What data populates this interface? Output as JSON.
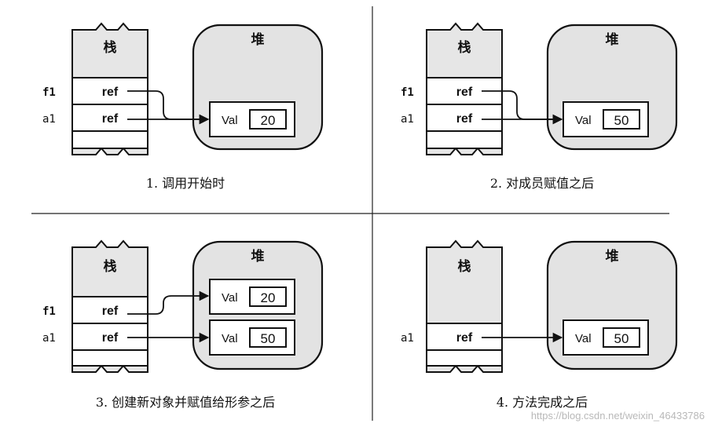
{
  "labels": {
    "stack": "栈",
    "heap": "堆",
    "ref": "ref",
    "val": "Val"
  },
  "panels": [
    {
      "caption": "1. 调用开始时",
      "vars": [
        "f1",
        "a1"
      ],
      "objects": [
        "20"
      ]
    },
    {
      "caption": "2. 对成员赋值之后",
      "vars": [
        "f1",
        "a1"
      ],
      "objects": [
        "50"
      ]
    },
    {
      "caption": "3. 创建新对象并赋值给形参之后",
      "vars": [
        "f1",
        "a1"
      ],
      "objects": [
        "20",
        "50"
      ]
    },
    {
      "caption": "4. 方法完成之后",
      "vars": [
        "a1"
      ],
      "objects": [
        "50"
      ]
    }
  ],
  "watermark": "https://blog.csdn.net/weixin_46433786"
}
